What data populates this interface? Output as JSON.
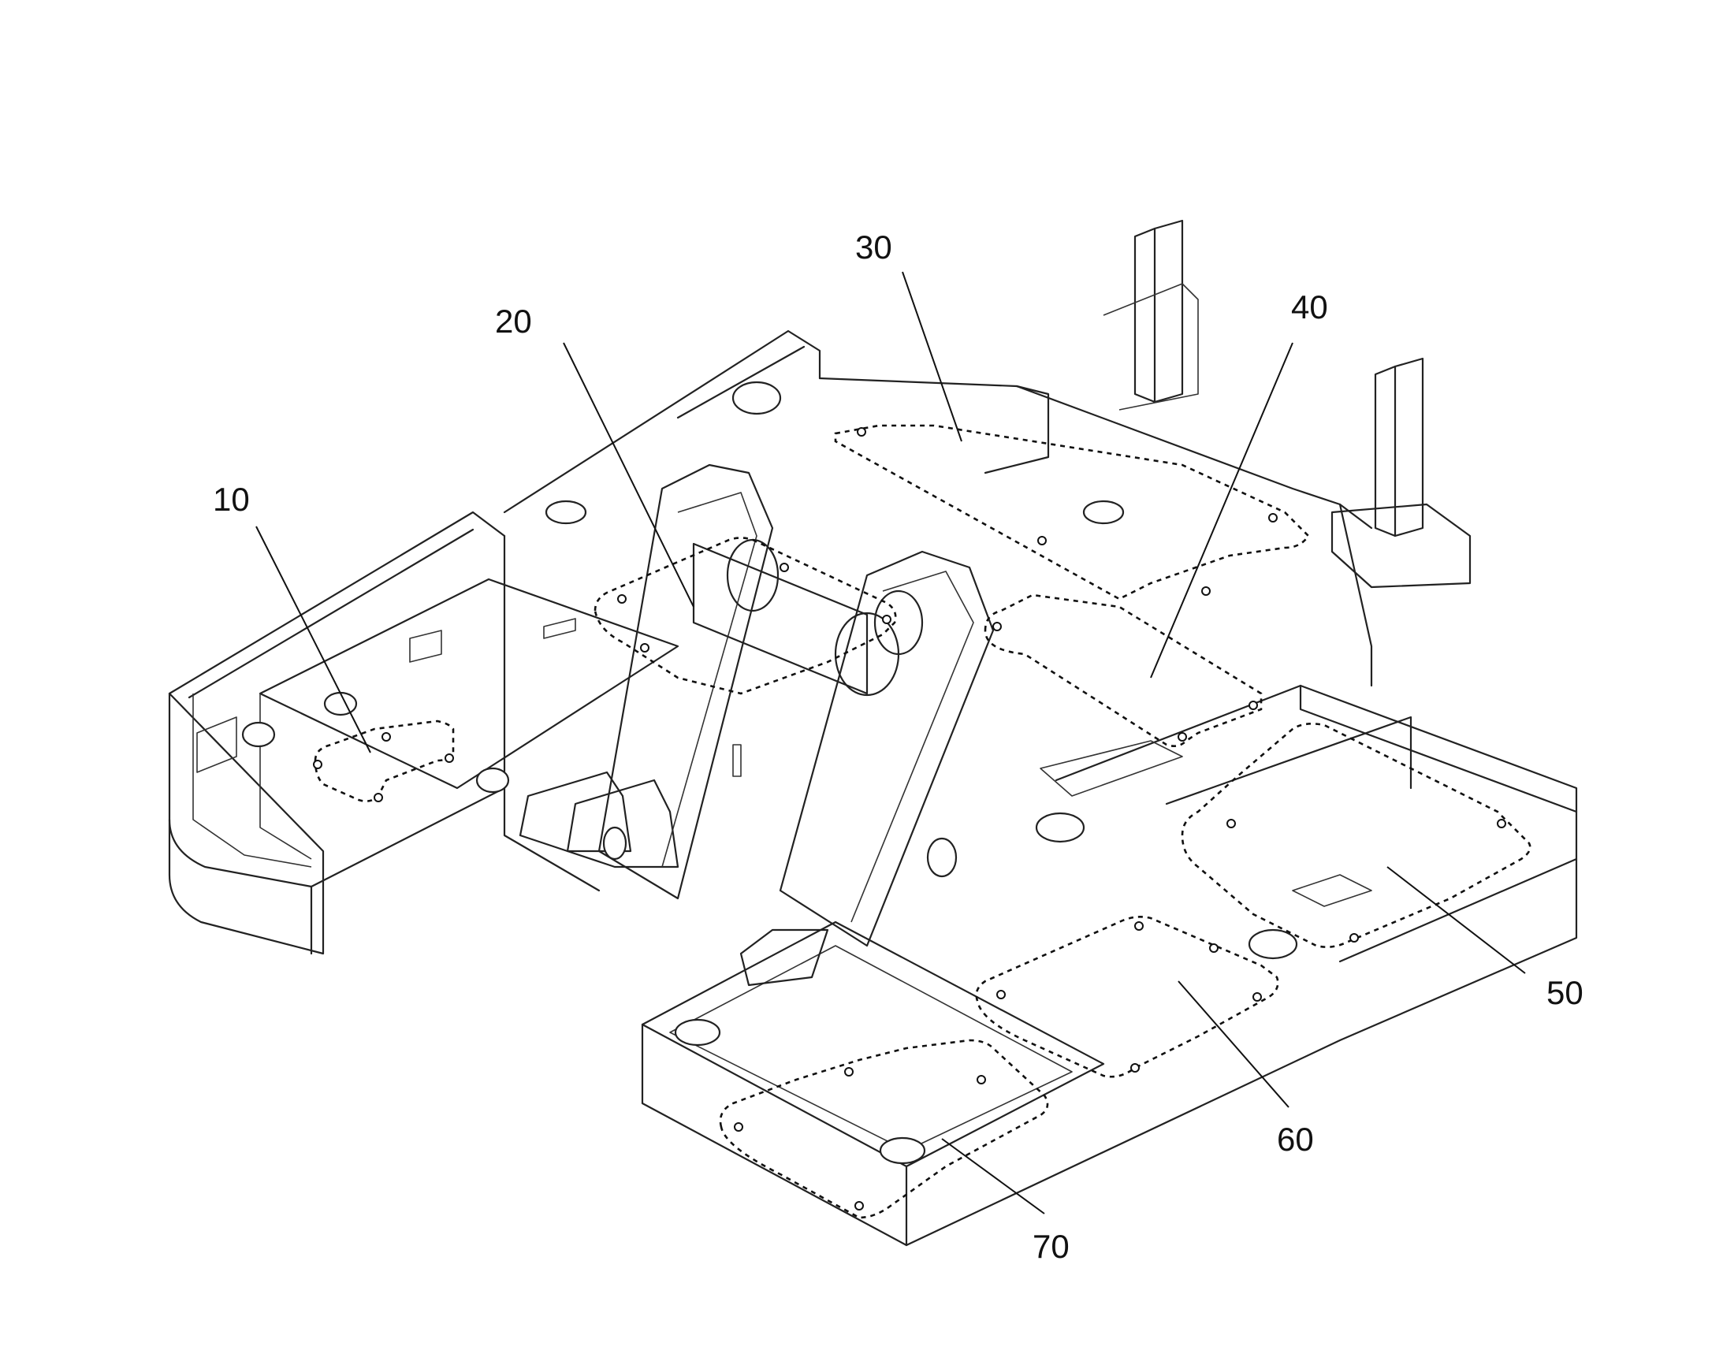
{
  "figure": {
    "labels": [
      {
        "id": "label-10",
        "text": "10"
      },
      {
        "id": "label-20",
        "text": "20"
      },
      {
        "id": "label-30",
        "text": "30"
      },
      {
        "id": "label-40",
        "text": "40"
      },
      {
        "id": "label-50",
        "text": "50"
      },
      {
        "id": "label-60",
        "text": "60"
      },
      {
        "id": "label-70",
        "text": "70"
      }
    ]
  }
}
